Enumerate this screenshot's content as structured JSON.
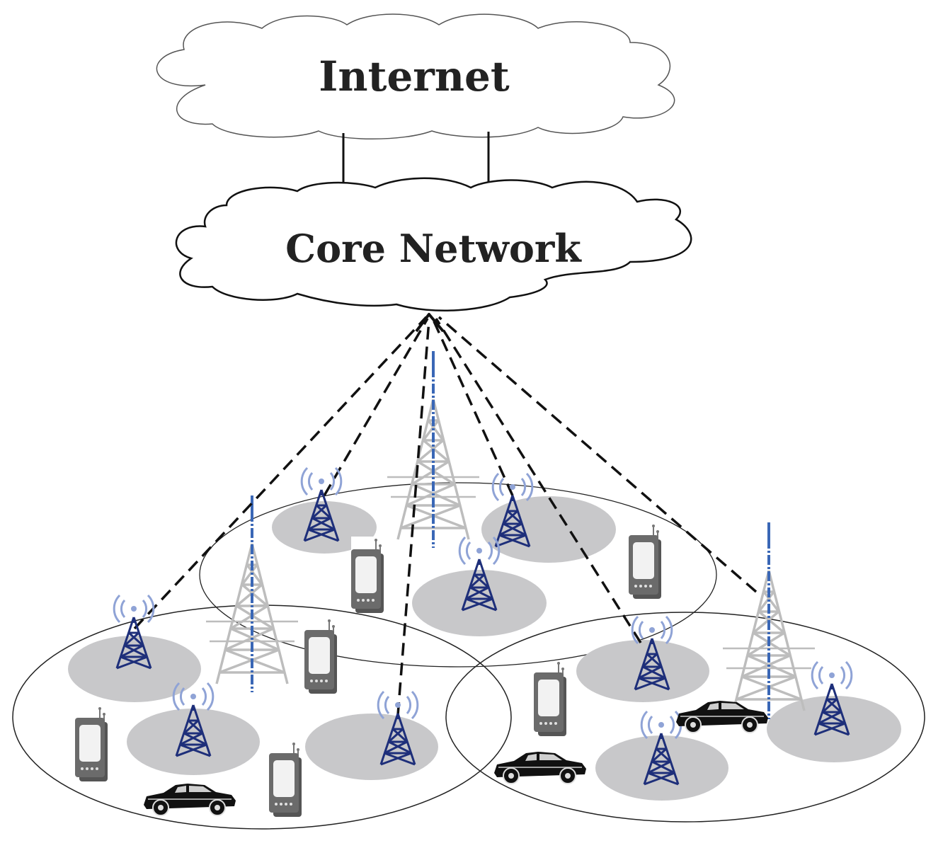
{
  "diagram": {
    "internet_label": "Internet",
    "core_label": "Core Network",
    "colors": {
      "line": "#1a1a1a",
      "cell_fill": "#c8c8ca",
      "small_tower": "#1e2f7a",
      "signal": "#8fa3d6",
      "macro_lattice": "#bdbdbd",
      "macro_pole": "#3a67b6",
      "device_body": "#6b6b6b",
      "device_screen": "#f2f2f2",
      "car": "#111111"
    },
    "icons": [
      "cloud",
      "macro-tower-icon",
      "small-cell-tower-icon",
      "mobile-device-icon",
      "car-icon"
    ]
  }
}
